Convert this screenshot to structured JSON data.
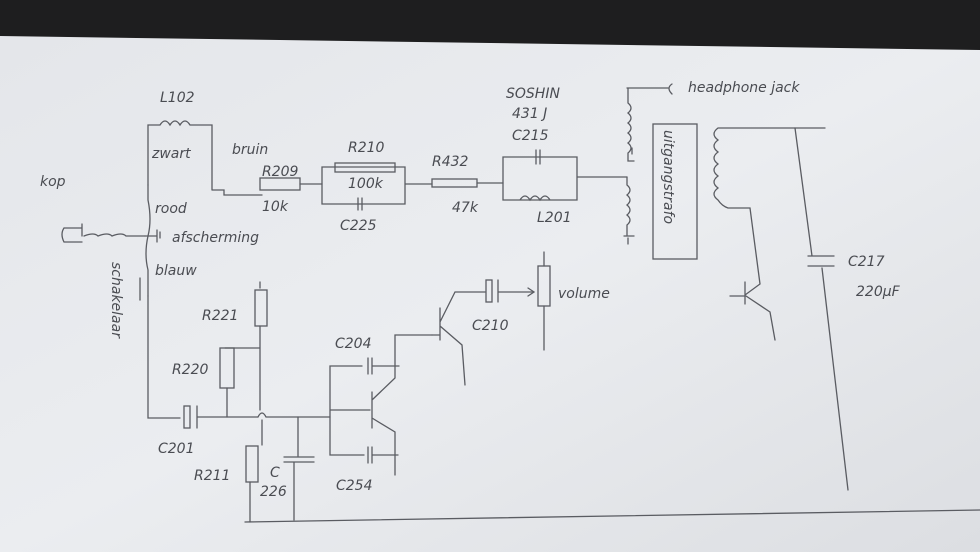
{
  "labels": {
    "kop": "kop",
    "l102": "L102",
    "zwart": "zwart",
    "bruin": "bruin",
    "rood": "rood",
    "afscherming": "afscherming",
    "blauw": "blauw",
    "schakelaar": "schakelaar",
    "r209": "R209",
    "r209_value": "10k",
    "r210": "R210",
    "r210_value": "100k",
    "c225": "C225",
    "r432": "R432",
    "r432_value": "47k",
    "soshin": "SOSHIN",
    "soshin_part": "431 J",
    "c215": "C215",
    "l201": "L201",
    "headphone_jack": "headphone jack",
    "uitgangstrafo": "uitgangstrafo",
    "volume": "volume",
    "c210": "C210",
    "c204": "C204",
    "r221": "R221",
    "r220": "R220",
    "c201": "C201",
    "r211": "R211",
    "c226_a": "C",
    "c226_b": "226",
    "c254": "C254",
    "c217": "C217",
    "c217_value": "220µF"
  },
  "colors": {
    "paper": "#e6e8ec",
    "pencil": "#5a5c62",
    "background": "#1e1e1f"
  }
}
